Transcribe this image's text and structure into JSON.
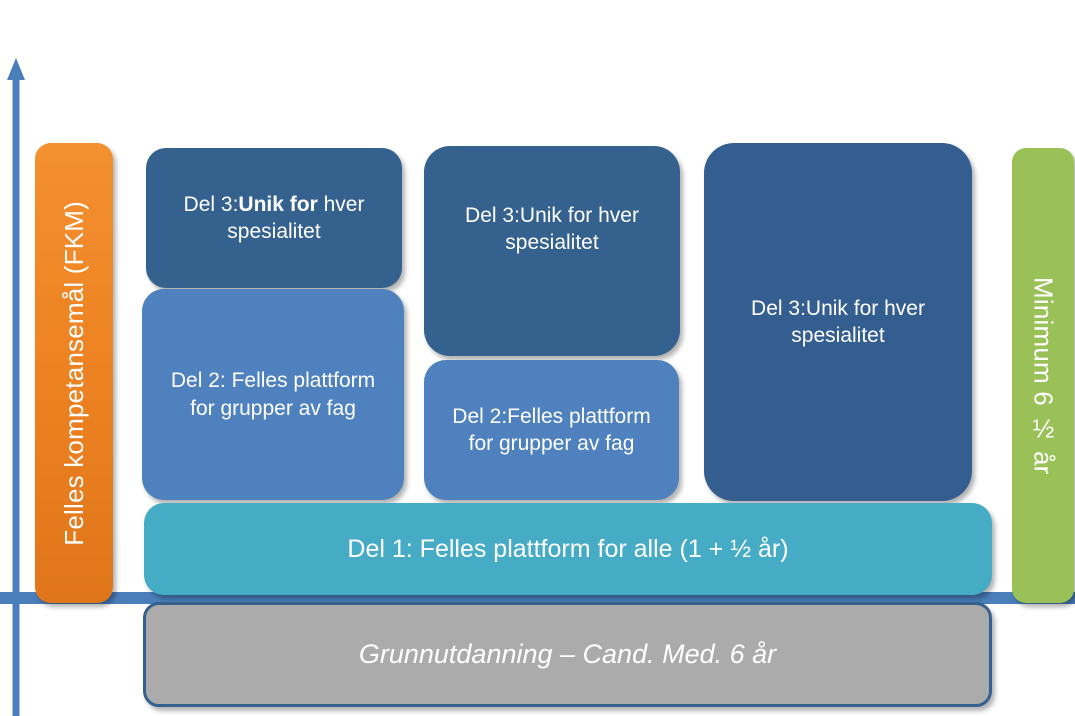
{
  "diagram": {
    "title": "Norwegian medical specialist education structure",
    "axis": {
      "vertical_arrow": "time-axis-arrow",
      "baseline": "baseline-divider"
    },
    "colors": {
      "orange": "#ED8222",
      "green": "#9AC157",
      "dark_blue": "#35618E",
      "mid_blue": "#4E81BD",
      "teal": "#46ABC4",
      "gray": "#ABABAB",
      "axis_blue": "#4A7EBB"
    },
    "side_bars": {
      "left": {
        "label": "Felles kompetansemål (FKM)"
      },
      "right": {
        "label": "Minimum 6 ½ år"
      }
    },
    "columns": [
      {
        "name": "column-1",
        "del3": {
          "prefix": "Del 3:",
          "bold": "Unik for",
          "suffix": " hver spesialitet"
        },
        "del2": {
          "label": "Del 2:  Felles plattform for grupper av fag"
        }
      },
      {
        "name": "column-2",
        "del3": {
          "label": "Del 3:Unik for hver spesialitet"
        },
        "del2": {
          "label": "Del 2:Felles plattform for grupper av fag"
        }
      },
      {
        "name": "column-3",
        "del3": {
          "label": "Del 3:Unik for hver spesialitet"
        }
      }
    ],
    "bars": {
      "del1": {
        "label": "Del 1: Felles plattform  for alle  (1 + ½ år)"
      },
      "grunnutdanning": {
        "label": "Grunnutdanning – Cand. Med. 6 år"
      }
    }
  }
}
